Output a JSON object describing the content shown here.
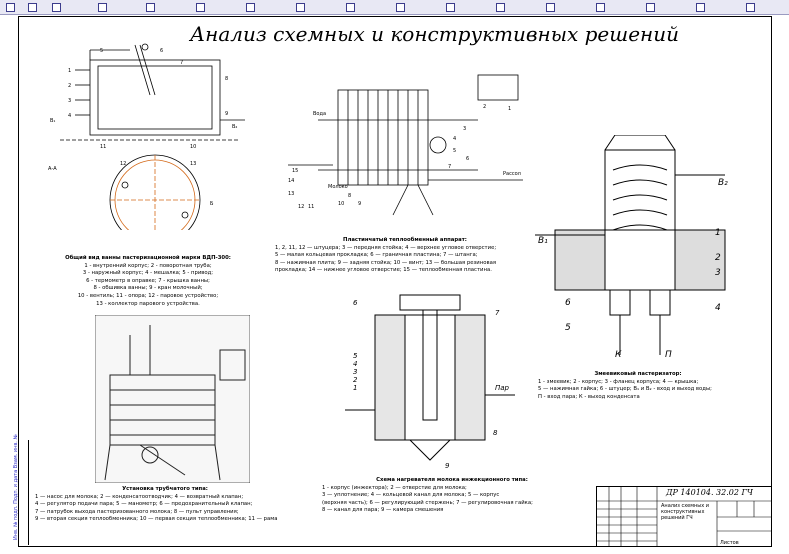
{
  "title": "Анализ схемных и конструктивных решений",
  "figures": {
    "pasteurizer_vdp": {
      "labels": [
        "1",
        "2",
        "3",
        "4",
        "5",
        "6",
        "7",
        "8",
        "9",
        "10",
        "11",
        "12",
        "13",
        "В₁",
        "В₂",
        "А-А",
        "Б"
      ],
      "caption_title": "Общий вид ванны пастеризационной марки ВДП-300:",
      "caption_lines": [
        "1 - внутренний корпус; 2 - поворотная труба;",
        "3 - наружный корпус; 4 - мешалка; 5 - привод;",
        "6 - термометр в оправке; 7 - крышка ванны;",
        "8 - обшивка ванны; 9 - кран молочный;",
        "10 - вентиль; 11 - опора; 12 - паровое устройство;",
        "13 - коллектор парового устройства."
      ]
    },
    "plate_exchanger": {
      "labels": [
        "1",
        "2",
        "3",
        "4",
        "5",
        "6",
        "7",
        "8",
        "9",
        "10",
        "11",
        "12",
        "13",
        "14",
        "15",
        "Вода",
        "Молоко",
        "Рассол"
      ],
      "caption_title": "Пластинчатый теплообменный аппарат:",
      "caption_lines": [
        "1, 2, 11, 12 — штуцера; 3 — передняя стойка; 4 — верхнее угловое отверстие;",
        "5 — малая кольцевая прокладка; 6 — граничная пластина; 7 — штанга;",
        "8 — нажимная плита; 9 — задняя стойка; 10 — винт; 13 — большая резиновая",
        "прокладка; 14 — нижнее угловое отверстие; 15 — теплообменная пластина."
      ]
    },
    "coil_pasteurizer": {
      "labels": [
        "В₁",
        "В₂",
        "1",
        "2",
        "3",
        "4",
        "5",
        "6",
        "К",
        "П"
      ],
      "caption_title": "Змеевиковый пастеризатор:",
      "caption_lines": [
        "1 - змеевик; 2 - корпус; 3 - фланец корпуса; 4 — крышка;",
        "5 — нажимная гайка; 6 - штуцер; В₁ и В₂ - вход и выход воды;",
        "П - вход пара; К - выход конденсата"
      ]
    },
    "steam_heater": {
      "labels": [
        "1",
        "2",
        "3",
        "4",
        "5",
        "6",
        "7",
        "8",
        "9",
        "Пар"
      ],
      "caption_title": "Схема нагревателя молока инжекционного типа:",
      "caption_lines": [
        "1 - корпус (инжектора); 2 — отверстие для молока;",
        "3 — уплотнение; 4 — кольцевой канал для молока; 5 — корпус",
        "(верхняя часть); 6 — регулирующий стержень; 7 — регулировочная гайка;",
        "8 — канал для пара; 9 — камера смешения"
      ]
    },
    "tubular_unit": {
      "caption_title": "Установка трубчатого типа:",
      "caption_lines": [
        "1 — насос для молока; 2 — конденсатоотводчик; 4 — возвратный клапан;",
        "4 — регулятор подачи пара; 5 — манометр; 6 — предохранительный клапан;",
        "7 — патрубок выхода пастеризованного молока; 8 — пульт управления;",
        "9 — вторая секция теплообменника; 10 — первая секция теплообменника; 11 — рама"
      ]
    }
  },
  "stamp": {
    "code": "ДР 140104. 32.02 ГЧ",
    "name": "Анализ схемных и конструктивных решений  ГЧ",
    "sheets_label": "Листов"
  },
  "side_strip": "Инв. № подл.  Подп. и дата  Взам. инв. №"
}
